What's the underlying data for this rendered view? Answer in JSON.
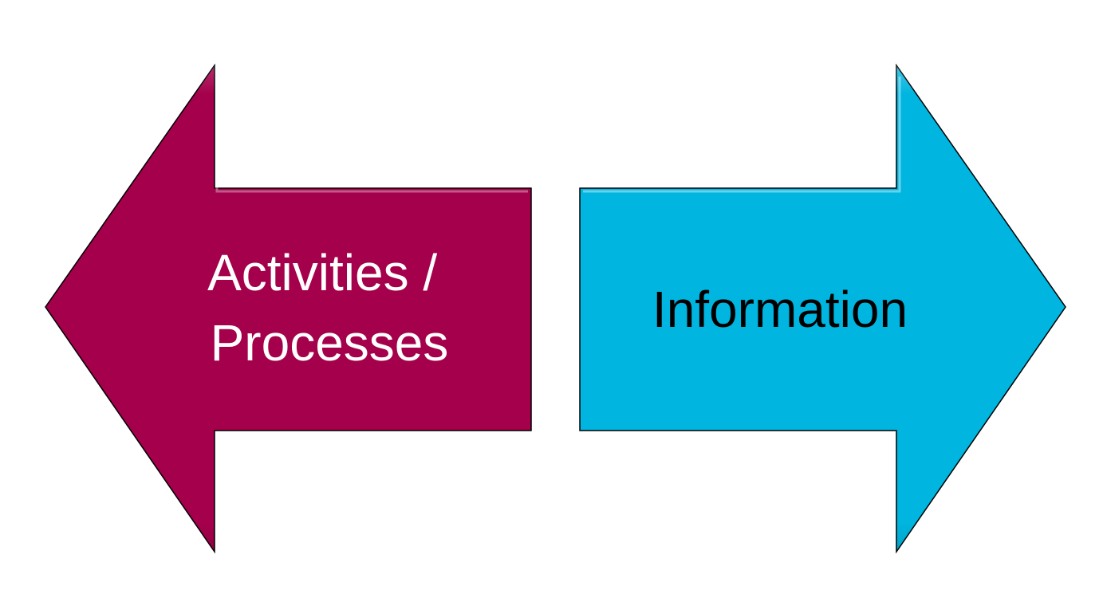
{
  "diagram": {
    "left_arrow": {
      "lines": [
        "Activities /",
        "Processes"
      ],
      "fill": "#A5004B",
      "text_color": "#FFFFFF",
      "direction": "left"
    },
    "right_arrow": {
      "lines": [
        "Information"
      ],
      "fill": "#00B5DF",
      "text_color": "#000000",
      "direction": "right"
    },
    "outline_color": "#000000",
    "background": "#FFFFFF"
  }
}
